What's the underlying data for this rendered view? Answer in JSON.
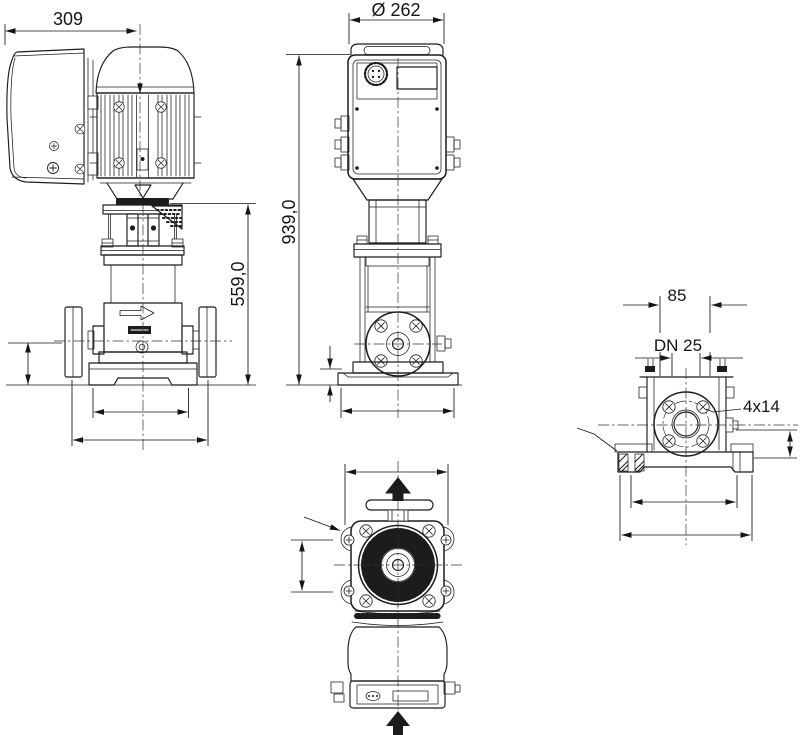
{
  "drawing": {
    "background_color": "#ffffff",
    "line_color": "#1c1c1c",
    "dimensions": {
      "side_width": "309",
      "converter_diameter": "Ø 262",
      "total_height": "939,0",
      "pump_unit_height": "559,0",
      "foot_hole_pitch": "85",
      "port_nominal_diameter": "DN 25",
      "foot_slots": "4x14"
    },
    "flow_arrows": {
      "discharge": "up",
      "suction": "up"
    }
  }
}
